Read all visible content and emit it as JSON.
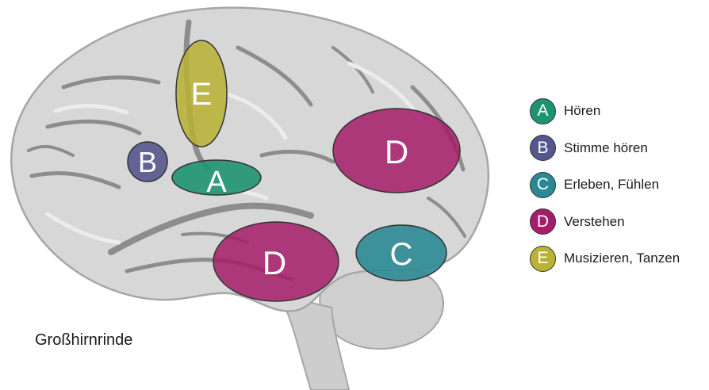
{
  "regions": [
    {
      "id": "A",
      "letter": "A",
      "color": "#1e9370"
    },
    {
      "id": "B",
      "letter": "B",
      "color": "#56568f"
    },
    {
      "id": "C",
      "letter": "C",
      "color": "#2b8993"
    },
    {
      "id": "D1",
      "letter": "D",
      "color": "#a51c6a"
    },
    {
      "id": "D2",
      "letter": "D",
      "color": "#a51c6a"
    },
    {
      "id": "E",
      "letter": "E",
      "color": "#b9b232"
    }
  ],
  "legend": [
    {
      "letter": "A",
      "label": "Hören",
      "color": "#1e9370"
    },
    {
      "letter": "B",
      "label": "Stimme hören",
      "color": "#56568f"
    },
    {
      "letter": "C",
      "label": "Erleben, Fühlen",
      "color": "#2b8993"
    },
    {
      "letter": "D",
      "label": "Verstehen",
      "color": "#a51c6a"
    },
    {
      "letter": "E",
      "label": "Musizieren, Tanzen",
      "color": "#b9b232"
    }
  ],
  "caption": "Großhirnrinde",
  "brain": {
    "fill": "#d7d7d7",
    "groove": "#8d8d8d",
    "highlight": "#ececec",
    "outline": "#a6a6a6"
  }
}
